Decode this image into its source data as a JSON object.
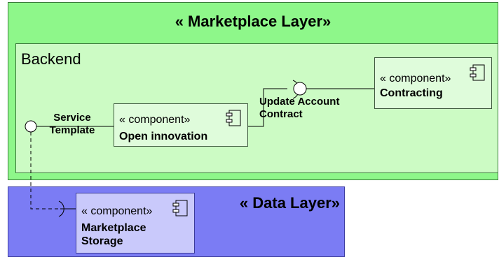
{
  "layers": {
    "marketplace": "« Marketplace Layer»",
    "data": "« Data Layer»"
  },
  "backend": {
    "label": "Backend"
  },
  "components": {
    "open_innovation": {
      "stereotype": "« component»",
      "name": "Open innovation"
    },
    "contracting": {
      "stereotype": "« component»",
      "name": "Contracting"
    },
    "marketplace_storage": {
      "stereotype": "« component»",
      "name": "Marketplace\nStorage"
    }
  },
  "interfaces": {
    "service_template": "Service\nTemplate",
    "update_account_contract": "Update Account\nContract"
  },
  "colors": {
    "marketplace_layer": "#8ef78a",
    "backend": "#ccfbc4",
    "component_green": "#dffcdb",
    "data_layer": "#7b7cf4",
    "component_blue": "#c9c9fb"
  }
}
